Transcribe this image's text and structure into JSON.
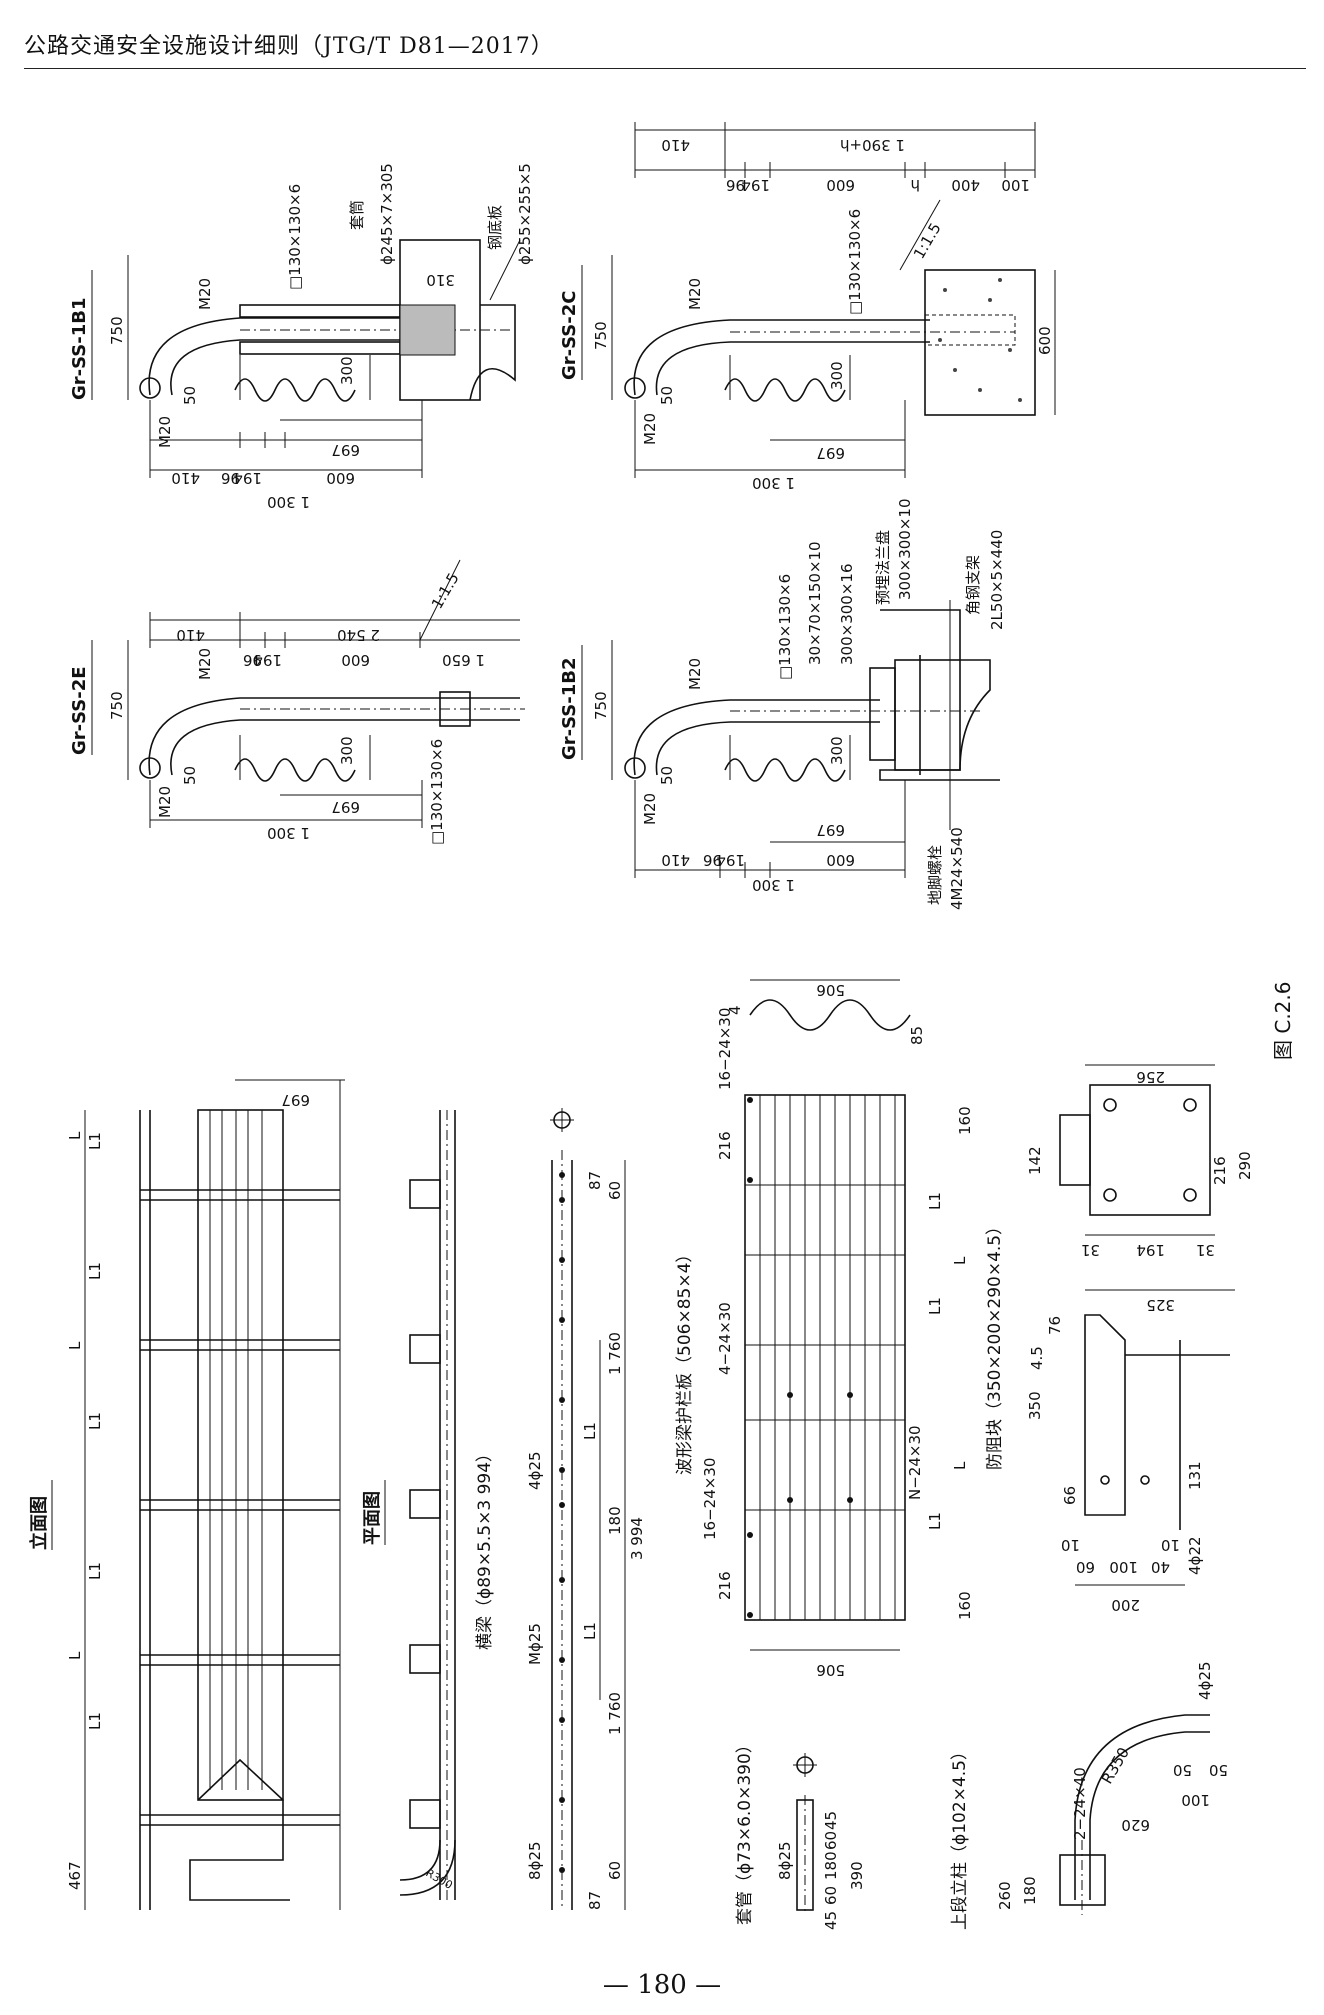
{
  "header": {
    "title": "公路交通安全设施设计细则（JTG/T D81—2017）"
  },
  "page_number": "— 180 —",
  "figure": {
    "caption": "图  C.2.6"
  },
  "assemblies": [
    {
      "id": "Gr-SS-1B1",
      "labels": {
        "post": "□130×130×6",
        "sleeve": "套筒",
        "sleeve_size": "ϕ245×7×305",
        "plate": "钢底板",
        "plate_size": "ϕ255×255×5",
        "bolt": "M20",
        "bolt2": "M20",
        "h750": "750",
        "h300": "300",
        "d50": "50",
        "d310": "310"
      },
      "dims": [
        "410",
        "194",
        "96",
        "600",
        "697",
        "1 300"
      ]
    },
    {
      "id": "Gr-SS-2C",
      "labels": {
        "post": "□130×130×6",
        "bolt": "M20",
        "bolt2": "M20",
        "slope": "1:1.5",
        "h750": "750",
        "h300": "300",
        "d50": "50",
        "d600": "600"
      },
      "dims_top": [
        "410",
        "1 390+h",
        "100",
        "400",
        "h",
        "600",
        "194",
        "96"
      ],
      "dims": [
        "697",
        "1 300"
      ]
    },
    {
      "id": "Gr-SS-2E",
      "labels": {
        "post": "□130×130×6",
        "bolt": "M20",
        "bolt2": "M20",
        "slope": "1:1.5",
        "h750": "750",
        "h300": "300",
        "d50": "50"
      },
      "dims_top": [
        "410",
        "2 540",
        "1 650",
        "600",
        "194",
        "96"
      ],
      "dims": [
        "697",
        "1 300"
      ]
    },
    {
      "id": "Gr-SS-1B2",
      "labels": {
        "post": "□130×130×6",
        "flange": "预埋法兰盘",
        "flange_size": "300×300×10",
        "s1": "30×70×150×10",
        "s2": "300×300×16",
        "angle": "角钢支架",
        "angle_size": "2L50×5×440",
        "anchor": "地脚螺栓",
        "anchor_size": "4M24×540",
        "bolt": "M20",
        "bolt2": "M20",
        "h750": "750",
        "h300": "300",
        "d50": "50"
      },
      "dims": [
        "410",
        "194",
        "96",
        "600",
        "697",
        "1 300"
      ]
    }
  ],
  "views": {
    "elevation": "立面图",
    "plan": "平面图",
    "elev_dims": {
      "d697": "697",
      "d467": "467",
      "L": "L",
      "L1": "L1"
    },
    "plan_r": "R300"
  },
  "parts": {
    "beam": {
      "title": "横梁（ϕ89×5.5×3 994）",
      "labels": [
        "8ϕ25",
        "Mϕ25",
        "4ϕ25",
        "L1",
        "L1"
      ],
      "dims": [
        "87",
        "60",
        "1 760",
        "180",
        "3 994",
        "1 760",
        "60",
        "87"
      ]
    },
    "rail": {
      "title": "波形梁护栏板（506×85×4）",
      "labels": [
        "16−24×30",
        "16−24×30",
        "4−24×30",
        "N−24×30",
        "L1",
        "L",
        "L1",
        "L",
        "L1"
      ],
      "dims": [
        "216",
        "506",
        "160",
        "216",
        "160",
        "506",
        "85",
        "4"
      ]
    },
    "block": {
      "title": "防阻块（350×200×290×4.5）",
      "dims": [
        "200",
        "60",
        "100",
        "40",
        "10",
        "10",
        "4ϕ22",
        "66",
        "350",
        "4.5",
        "76",
        "131",
        "325",
        "31",
        "194",
        "31",
        "142",
        "216",
        "290",
        "256"
      ]
    },
    "sleeve": {
      "title": "套管（ϕ73×6.0×390）",
      "labels": [
        "8ϕ25",
        "45",
        "60",
        "180",
        "60",
        "45",
        "390"
      ]
    },
    "upper_post": {
      "title": "上段立柱（ϕ102×4.5）",
      "labels": [
        "4ϕ25",
        "R350",
        "2−24×40",
        "620",
        "100",
        "50",
        "50",
        "260",
        "180"
      ]
    }
  }
}
